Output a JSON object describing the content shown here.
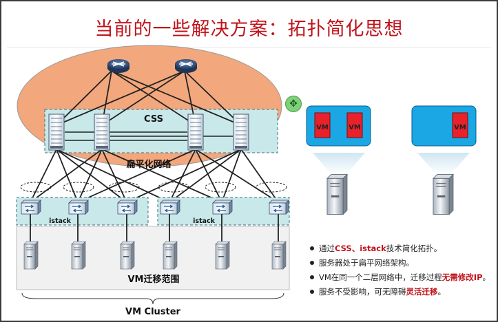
{
  "title": "当前的一些解决方案：拓扑简化思想",
  "labels": {
    "css": "CSS",
    "flat_network": "扁平化网络",
    "istack_left": "istack",
    "istack_right": "istack",
    "vm_range": "VM迁移范围",
    "vm_cluster": "VM Cluster"
  },
  "vm_boxes": {
    "left": [
      "VM",
      "VM"
    ],
    "right": [
      "VM"
    ]
  },
  "bullets": [
    {
      "parts": [
        {
          "text": "通过",
          "em": false
        },
        {
          "text": "CSS、istack",
          "em": true
        },
        {
          "text": "技术简化拓扑。",
          "em": false
        }
      ]
    },
    {
      "parts": [
        {
          "text": "服务器处于扁平网络架构。",
          "em": false
        }
      ]
    },
    {
      "parts": [
        {
          "text": "VM在同一个二层网络中，迁移过程",
          "em": false
        },
        {
          "text": "无需修改IP",
          "em": true
        },
        {
          "text": "。",
          "em": false
        }
      ]
    },
    {
      "parts": [
        {
          "text": "服务不受影响，可无障碍",
          "em": false
        },
        {
          "text": "灵活迁移",
          "em": true
        },
        {
          "text": "。",
          "em": false
        }
      ]
    }
  ],
  "icons": {
    "move": "move-arrows-icon",
    "router": "router-icon",
    "core_switch": "chassis-switch-icon",
    "access_switch": "switch-icon",
    "server": "tower-server-icon"
  },
  "colors": {
    "title": "#c0121a",
    "ellipse": "#f2a77d",
    "css_panel": "#c9e8ea",
    "vm_host": "#1aa7e4",
    "vm": "#e8212a",
    "emphasis": "#c0121a"
  }
}
